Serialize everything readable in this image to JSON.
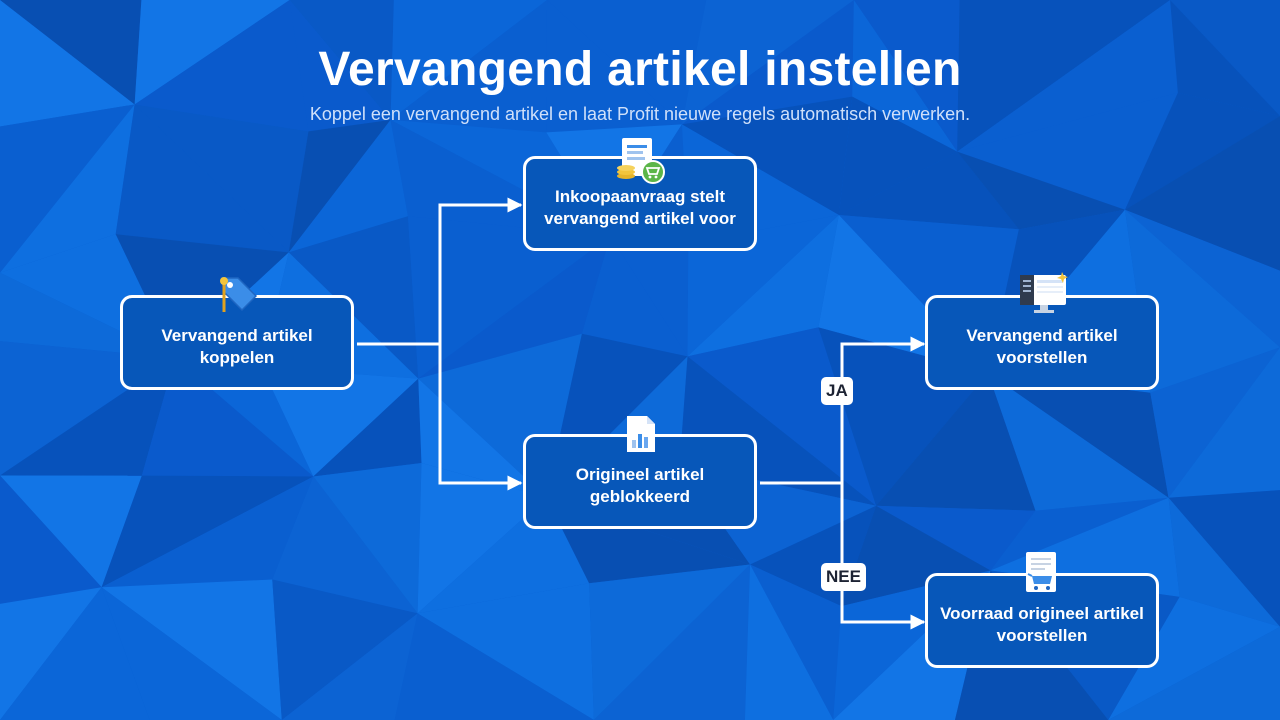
{
  "title": "Vervangend artikel instellen",
  "subtitle": "Koppel een vervangend artikel en laat Profit nieuwe regels automatisch verwerken.",
  "colors": {
    "background": "#0a5fd0",
    "node_fill": "#0757b9",
    "node_border": "#ffffff",
    "connector": "#ffffff"
  },
  "nodes": {
    "koppelen": {
      "label": "Vervangend artikel\nkoppelen",
      "icon": "tag-icon"
    },
    "inkoop": {
      "label": "Inkoopaanvraag stelt\nvervangend artikel voor",
      "icon": "purchase-request-icon"
    },
    "geblokkeerd": {
      "label": "Origineel artikel\ngeblokkeerd",
      "icon": "report-chart-icon"
    },
    "voorstellen": {
      "label": "Vervangend artikel\nvoorstellen",
      "icon": "monitor-icon"
    },
    "voorraad": {
      "label": "Voorraad origineel artikel\nvoorstellen",
      "icon": "order-list-cart-icon"
    }
  },
  "decisions": {
    "yes": "JA",
    "no": "NEE"
  }
}
